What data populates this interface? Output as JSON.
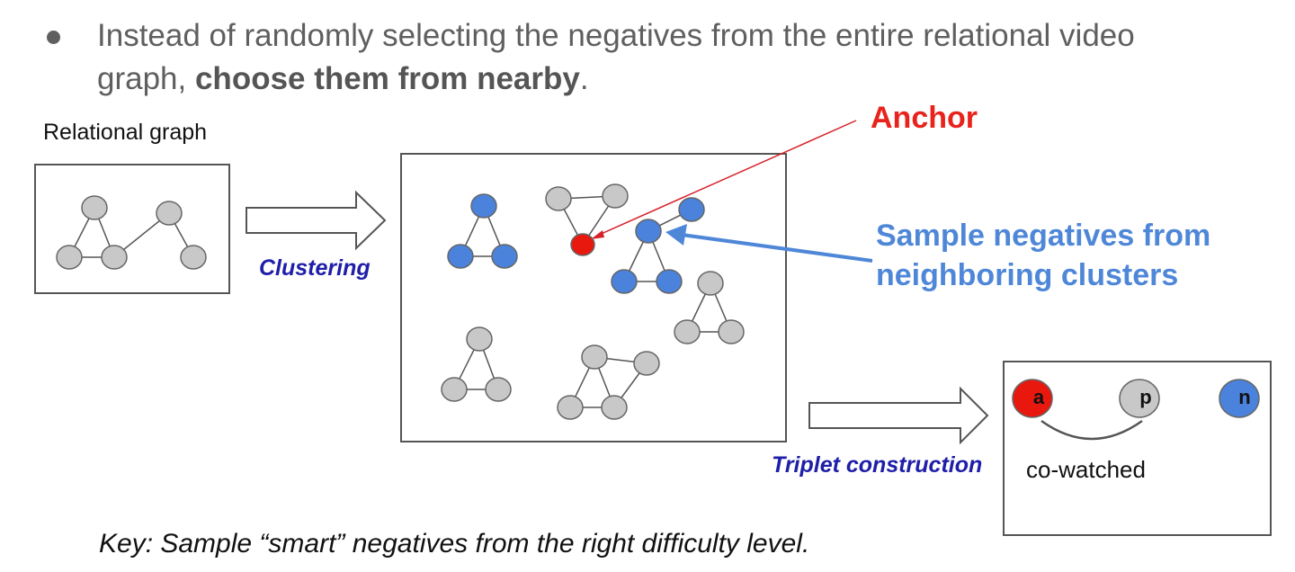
{
  "bullet": {
    "text_plain": "Instead of randomly selecting the negatives from the entire relational video graph, ",
    "text_bold": "choose them from nearby",
    "text_end": "."
  },
  "labels": {
    "relational_graph": "Relational graph",
    "clustering": "Clustering",
    "anchor": "Anchor",
    "sample_line1": "Sample negatives from",
    "sample_line2": "neighboring clusters",
    "triplet_construction": "Triplet construction",
    "co_watched": "co-watched",
    "key": "Key: Sample “smart” negatives from the right difficulty level."
  },
  "triplet": {
    "anchor_letter": "a",
    "positive_letter": "p",
    "negative_letter": "n"
  },
  "colors": {
    "gray_node": "#c8c8c8",
    "blue_node": "#4a82dc",
    "red_node": "#e8180f",
    "anchor_text": "#e8231b",
    "sample_text": "#4f87d8",
    "italic_label": "#1e1ea8"
  }
}
